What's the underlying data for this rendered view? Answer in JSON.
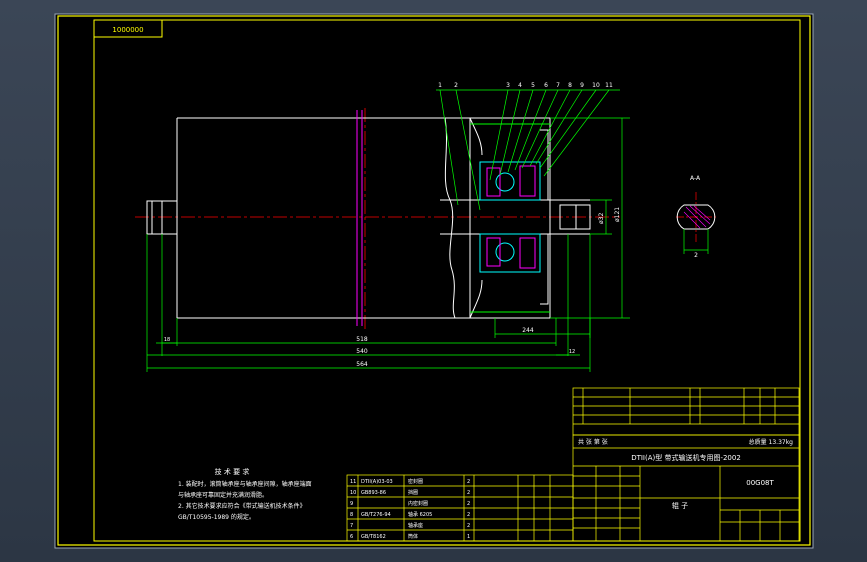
{
  "drawing": {
    "title_tag": "1000000",
    "section_label": "A-A",
    "section_dim": "2",
    "colors": {
      "background": "#000000",
      "frame": "#ffff00",
      "outline": "#ffffff",
      "dimension": "#00ff00",
      "section": "#00ffff",
      "hatch": "#ff00ff",
      "center": "#ff0000",
      "viewport": "#364150"
    },
    "leaders": [
      "1",
      "2",
      "3",
      "4",
      "5",
      "6",
      "7",
      "8",
      "9",
      "10",
      "11"
    ],
    "dims": {
      "overall_1": "518",
      "overall_2": "540",
      "overall_3": "564",
      "shaft_right": "244",
      "left_small": "18",
      "right_small": "12",
      "phi_large": "ø121",
      "phi_small": "ø32"
    }
  },
  "notes": {
    "heading": "技 术 要 求",
    "lines": [
      "1. 装配时，滚筒轴承座与轴承座间隙，轴承座端面",
      "   与轴承座可靠固定并充满润滑脂。",
      "2. 其它技术要求应符合《带式输送机技术条件》",
      "   GB/T10595-1989 的规定。"
    ]
  },
  "title_block": {
    "series": "DTII(A)型  带式输送机专用图-2002",
    "part_name": "辊  子",
    "drawing_no": "00G08T",
    "weight": "总质量 13.37kg",
    "left_note": "共  张   第  张"
  },
  "bom_rows": [
    [
      "11",
      "DTII(A)03-03",
      "密封圈",
      "2",
      "",
      ""
    ],
    [
      "10",
      "GB893-86",
      "挡圈",
      "2",
      "",
      ""
    ],
    [
      "9",
      "",
      "内密封圈",
      "2",
      "",
      ""
    ],
    [
      "8",
      "GB/T276-94",
      "轴承 6205",
      "2",
      "",
      ""
    ],
    [
      "7",
      "",
      "轴承座",
      "2",
      "",
      ""
    ],
    [
      "6",
      "GB/T8162",
      "筒体",
      "1",
      "",
      ""
    ]
  ]
}
